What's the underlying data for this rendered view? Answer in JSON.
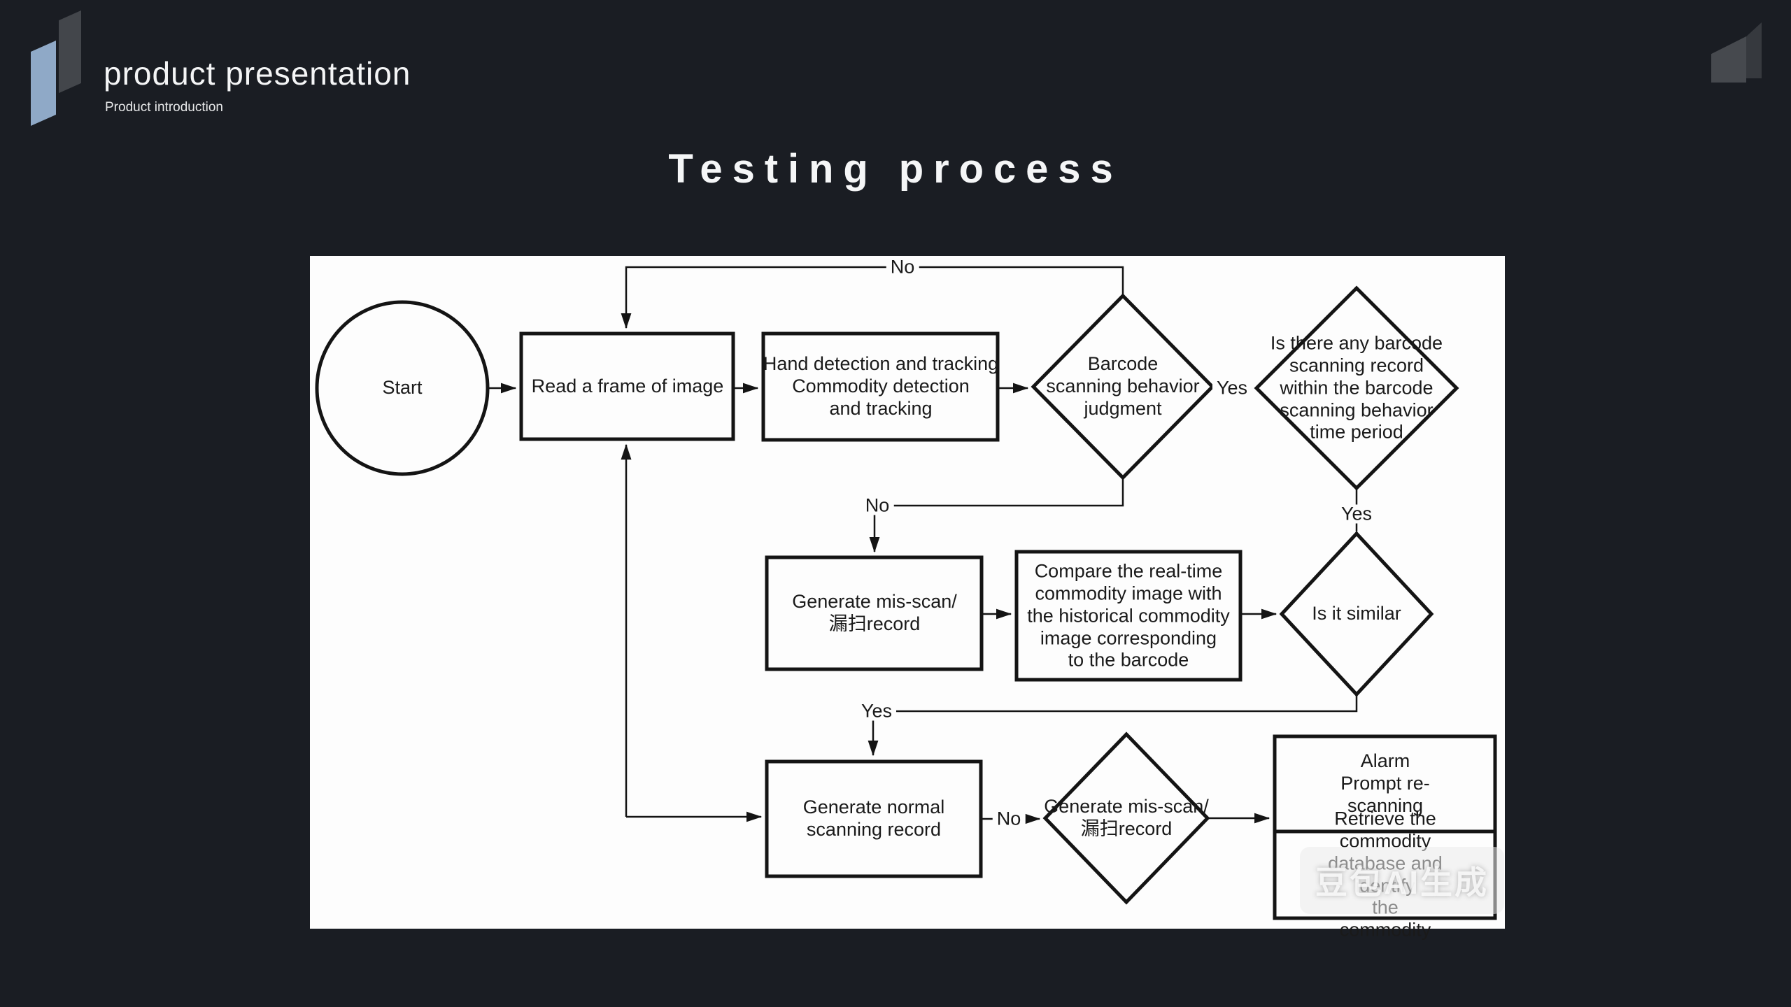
{
  "header": {
    "title": "product presentation",
    "subtitle": "Product introduction"
  },
  "slide": {
    "title": "Testing process"
  },
  "flowchart": {
    "nodes": {
      "start": "Start",
      "read_frame": "Read a frame of image",
      "hand_detection": "Hand detection and tracking\nCommodity detection\nand tracking",
      "barcode_judgment": "Barcode\nscanning behavior\njudgment",
      "barcode_record_check": "Is there any barcode\nscanning record\nwithin the barcode\nscanning behavior\ntime period",
      "generate_misscan_record": "Generate mis-scan/\n漏扫record",
      "compare_images": "Compare the real-time\ncommodity image with\nthe historical commodity\nimage corresponding\nto the barcode",
      "is_similar": "Is it similar",
      "generate_normal_record": "Generate normal\nscanning record",
      "generate_misscan_decision": "Generate mis-scan/\n漏扫record",
      "alarm": "Alarm\nPrompt re-scanning",
      "retrieve": "Retrieve the commodity\ndatabase and identify\nthe commodity"
    },
    "edge_labels": {
      "no_top": "No",
      "yes_barcode": "Yes",
      "no_barcode": "No",
      "yes_record": "Yes",
      "yes_similar": "Yes",
      "no_normal": "No"
    }
  },
  "watermark": "豆包AI生成",
  "colors": {
    "background": "#1a1d23",
    "canvas": "#fdfdfd",
    "stroke": "#141414",
    "logo_blue": "#8fa9c7",
    "logo_gray": "#43464b"
  }
}
